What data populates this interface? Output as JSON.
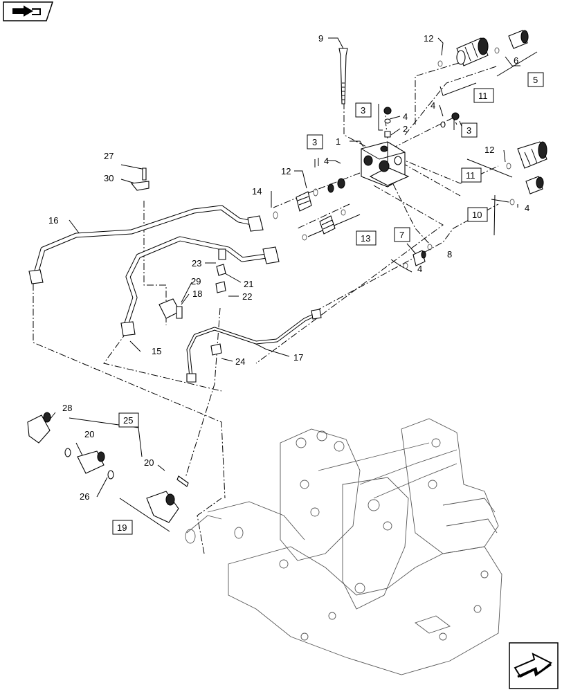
{
  "callouts": {
    "c1": "1",
    "c2": "2",
    "c4a": "4",
    "c4b": "4",
    "c4c": "4",
    "c4d": "4",
    "c4e": "4",
    "c6": "6",
    "c8": "8",
    "c9": "9",
    "c12a": "12",
    "c12b": "12",
    "c12c": "12",
    "c14": "14",
    "c15": "15",
    "c16": "16",
    "c17": "17",
    "c18": "18",
    "c20a": "20",
    "c20b": "20",
    "c21": "21",
    "c22": "22",
    "c23": "23",
    "c24": "24",
    "c26": "26",
    "c27": "27",
    "c28": "28",
    "c29": "29",
    "c30": "30"
  },
  "boxed": {
    "b3a": "3",
    "b3b": "3",
    "b3c": "3",
    "b5": "5",
    "b7": "7",
    "b10": "10",
    "b11a": "11",
    "b11b": "11",
    "b13": "13",
    "b19": "19",
    "b25": "25"
  },
  "icons": {
    "top_left": "book-arrow-icon",
    "bottom_right": "next-page-arrow-icon"
  }
}
